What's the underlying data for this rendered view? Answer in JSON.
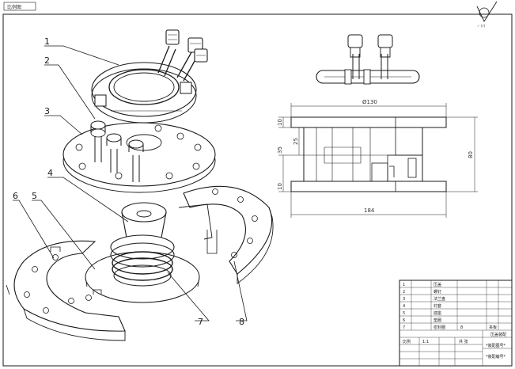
{
  "colors": {
    "line": "#1a1a1a",
    "hatch": "#3a3a3a",
    "paper": "#ffffff"
  },
  "header": {
    "corner_tag": "比例图"
  },
  "callouts": [
    {
      "id": "1",
      "text": "1"
    },
    {
      "id": "2",
      "text": "2"
    },
    {
      "id": "3",
      "text": "3"
    },
    {
      "id": "4",
      "text": "4"
    },
    {
      "id": "5",
      "text": "5"
    },
    {
      "id": "6",
      "text": "6"
    },
    {
      "id": "7",
      "text": "7"
    },
    {
      "id": "8",
      "text": "8"
    }
  ],
  "dimensions": {
    "width_top": "Ø130",
    "width_bottom": "184",
    "height_right": "80",
    "h_top": "10",
    "h_mid": "35",
    "h_mid2": "25",
    "h_bot": "10"
  },
  "title_block": {
    "part_name": "压盖装配",
    "drawing_no_1": "*装配图号*",
    "drawing_no_2": "*装配编号*",
    "scale_label": "比例",
    "scale_value": "1:1",
    "sheet_label": "共 张",
    "rows": [
      {
        "no": "1",
        "name": "压盖"
      },
      {
        "no": "2",
        "name": "螺钉"
      },
      {
        "no": "3",
        "name": "法兰盘"
      },
      {
        "no": "4",
        "name": "衬套"
      },
      {
        "no": "5",
        "name": "底座"
      },
      {
        "no": "6",
        "name": "垫圈"
      },
      {
        "no": "7",
        "name": "密封圈"
      },
      {
        "no": "8",
        "name": "夹板"
      }
    ]
  }
}
